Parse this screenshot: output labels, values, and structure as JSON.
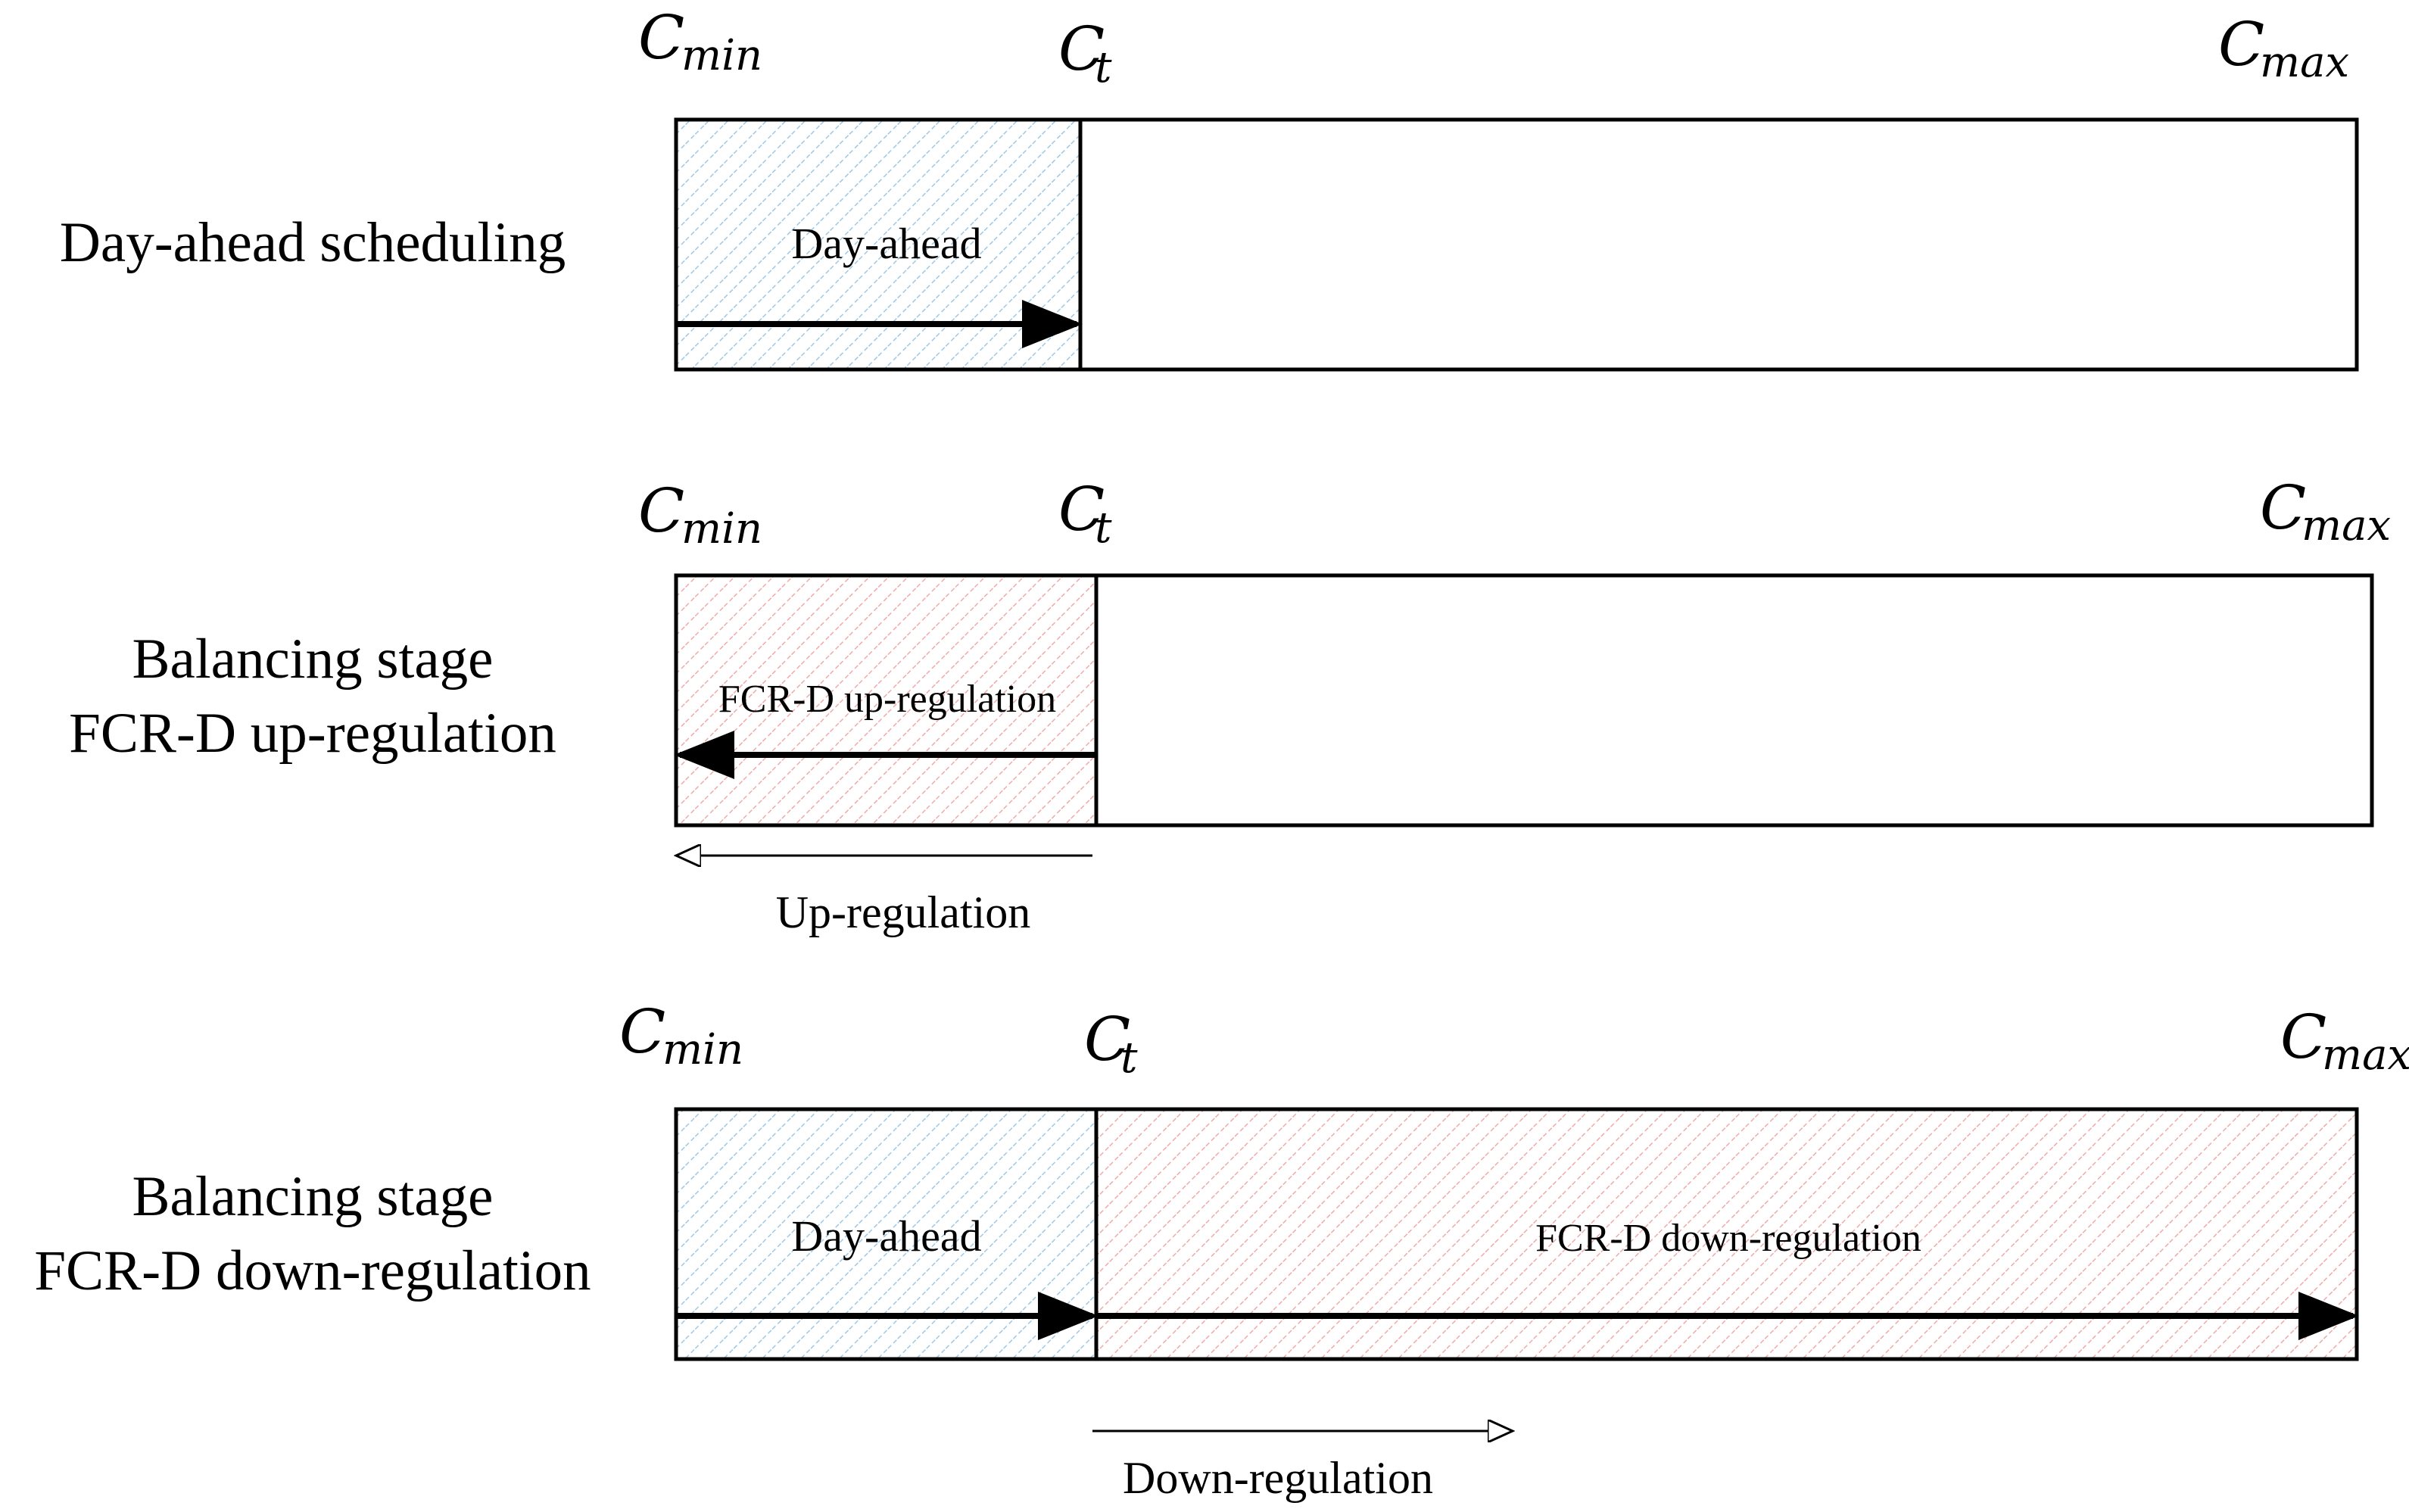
{
  "symbols": {
    "c_main": "C",
    "min_sub": "min",
    "t_sub": "t",
    "max_sub": "max"
  },
  "rows": [
    {
      "label_lines": [
        "Day-ahead scheduling"
      ],
      "segments": [
        {
          "label": "Day-ahead",
          "fill": "blue-hatch"
        },
        {
          "label": "",
          "fill": "none"
        }
      ]
    },
    {
      "label_lines": [
        "Balancing stage",
        "FCR-D up-regulation"
      ],
      "segments": [
        {
          "label": "FCR-D up-regulation",
          "fill": "red-hatch"
        },
        {
          "label": "",
          "fill": "none"
        }
      ],
      "below_arrow_label": "Up-regulation"
    },
    {
      "label_lines": [
        "Balancing stage",
        "FCR-D down-regulation"
      ],
      "segments": [
        {
          "label": "Day-ahead",
          "fill": "blue-hatch"
        },
        {
          "label": "FCR-D down-regulation",
          "fill": "red-hatch"
        }
      ],
      "below_arrow_label": "Down-regulation"
    }
  ],
  "colors": {
    "blue_hatch": "#9ec9e6",
    "red_hatch": "#f0aaaa",
    "stroke": "#000000"
  }
}
